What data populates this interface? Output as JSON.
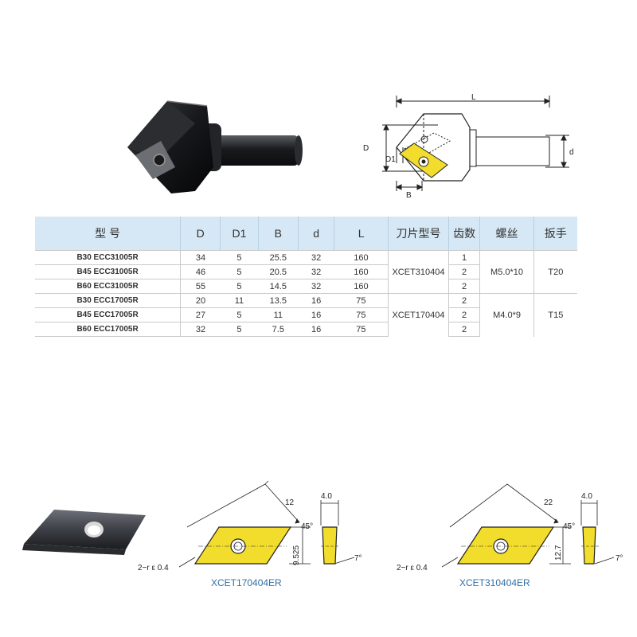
{
  "table": {
    "headers": [
      "型 号",
      "D",
      "D1",
      "B",
      "d",
      "L",
      "刀片型号",
      "齿数",
      "螺丝",
      "扳手"
    ],
    "rows": [
      {
        "model": "B30 ECC31005R",
        "D": "34",
        "D1": "5",
        "B": "25.5",
        "d": "32",
        "L": "160",
        "teeth": "1"
      },
      {
        "model": "B45 ECC31005R",
        "D": "46",
        "D1": "5",
        "B": "20.5",
        "d": "32",
        "L": "160",
        "teeth": "2"
      },
      {
        "model": "B60 ECC31005R",
        "D": "55",
        "D1": "5",
        "B": "14.5",
        "d": "32",
        "L": "160",
        "teeth": "2"
      },
      {
        "model": "B30 ECC17005R",
        "D": "20",
        "D1": "11",
        "B": "13.5",
        "d": "16",
        "L": "75",
        "teeth": "2"
      },
      {
        "model": "B45 ECC17005R",
        "D": "27",
        "D1": "5",
        "B": "11",
        "d": "16",
        "L": "75",
        "teeth": "2"
      },
      {
        "model": "B60 ECC17005R",
        "D": "32",
        "D1": "5",
        "B": "7.5",
        "d": "16",
        "L": "75",
        "teeth": "2"
      }
    ],
    "groups": [
      {
        "insert": "XCET310404",
        "screw": "M5.0*10",
        "wrench": "T20"
      },
      {
        "insert": "XCET170404",
        "screw": "M4.0*9",
        "wrench": "T15"
      }
    ]
  },
  "drawing": {
    "L": "L",
    "D": "D",
    "D1": "D1",
    "B": "B",
    "d": "d"
  },
  "insert1": {
    "dim_len": "12",
    "thick": "4.0",
    "angle": "45°",
    "height": "9.525",
    "radius": "2−r ε 0.4",
    "clearance": "7°",
    "caption": "XCET170404ER"
  },
  "insert2": {
    "dim_len": "22",
    "thick": "4.0",
    "angle": "45°",
    "height": "12.7",
    "radius": "2−r ε 0.4",
    "clearance": "7°",
    "caption": "XCET310404ER"
  },
  "colors": {
    "header_bg": "#d6e8f5",
    "insert_yellow": "#f2dc2c",
    "caption_blue": "#2f6fa8",
    "tool_body": "#1d1f22"
  }
}
